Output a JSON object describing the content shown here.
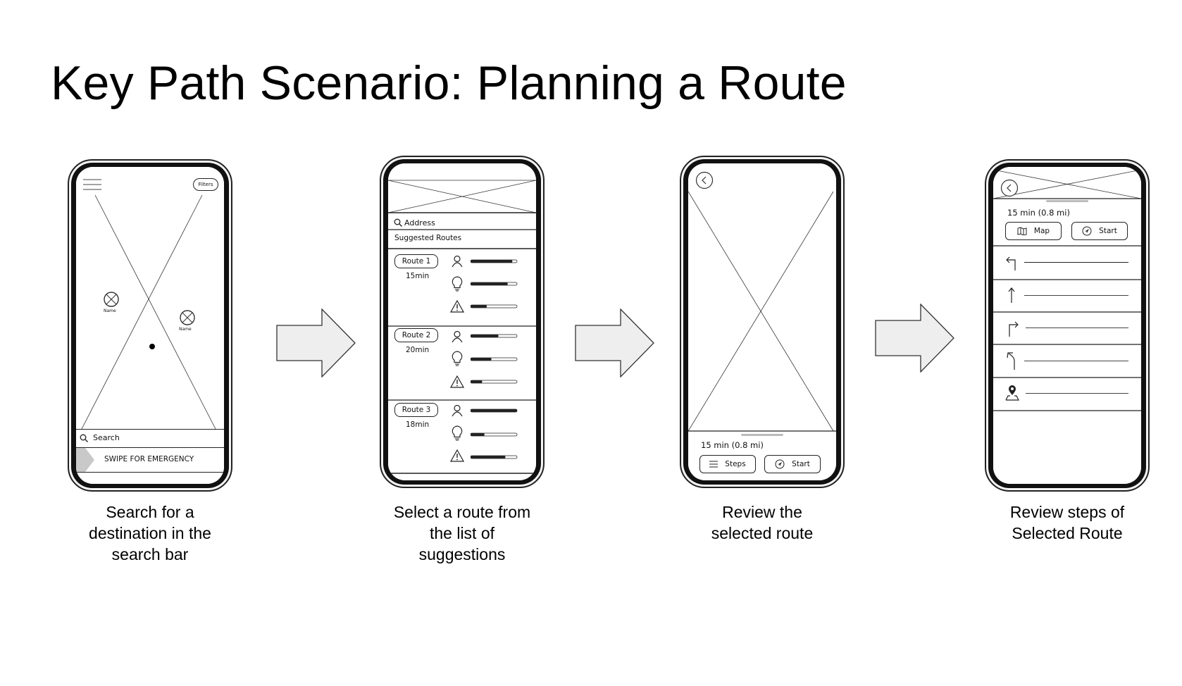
{
  "title": "Key Path Scenario: Planning a Route",
  "screens": {
    "search": {
      "filters_label": "Filters",
      "pin_labels": [
        "Name",
        "Name"
      ],
      "search_label": "Search",
      "emergency_label": "SWIPE FOR EMERGENCY",
      "caption": [
        "Search for a",
        "destination in the",
        "search bar"
      ]
    },
    "routes": {
      "address_label": "Address",
      "section_label": "Suggested Routes",
      "routes": [
        {
          "label": "Route 1",
          "time": "15min",
          "levels": [
            0.9,
            0.8,
            0.35
          ]
        },
        {
          "label": "Route 2",
          "time": "20min",
          "levels": [
            0.6,
            0.45,
            0.25
          ]
        },
        {
          "label": "Route 3",
          "time": "18min",
          "levels": [
            1.0,
            0.3,
            0.75
          ]
        }
      ],
      "caption": [
        "Select a route from",
        "the list of",
        "suggestions"
      ]
    },
    "review": {
      "summary": "15 min (0.8 mi)",
      "steps_label": "Steps",
      "start_label": "Start",
      "caption": [
        "Review the",
        "selected route"
      ]
    },
    "steps": {
      "summary": "15 min (0.8 mi)",
      "map_label": "Map",
      "start_label": "Start",
      "step_icons": [
        "turn-left-icon",
        "straight-icon",
        "turn-right-icon",
        "bear-left-icon",
        "destination-pin-icon"
      ],
      "caption": [
        "Review steps of",
        "Selected Route"
      ]
    }
  }
}
